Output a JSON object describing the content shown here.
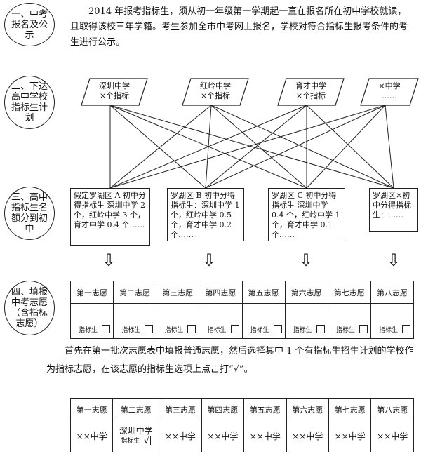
{
  "steps": [
    "一、中考报名及公示",
    "二、下达高中学校指标生计划",
    "三、高中指标生名额分到初中",
    "四、填报中考志愿（含指标志愿）"
  ],
  "para1": "2014 年报考指标生，须从初一年级第一学期起一直在报名所在初中学校就读，且取得该校三年学籍。考生参加全市中考网上报名，学校对符合指标生报考条件的考生进行公示。",
  "high_schools": [
    {
      "line1": "深圳中学",
      "line2": "×个指标"
    },
    {
      "line1": "红岭中学",
      "line2": "×个指标"
    },
    {
      "line1": "育才中学",
      "line2": "×个指标"
    },
    {
      "line1": "×中学",
      "line2": "……"
    }
  ],
  "middle_schools": [
    "假定罗湖区 A 初中分得指标生 深圳中学 2 个，红岭中学 3 个，育才中学 0.4 个……",
    "罗湖区 B 初中分得指标生：深圳中学 1 个，红岭中学 0.5 个，育才中学 0.2 个……",
    "罗湖区 C 初中分得指标生 深圳中学 0.4 个，红岭中学 1 个，育才中学 0.1 个……",
    "罗湖区×初中分得指标生：……"
  ],
  "arrow_glyph": "⇩",
  "volunteer_headers": [
    "第一志愿",
    "第二志愿",
    "第三志愿",
    "第四志愿",
    "第五志愿",
    "第六志愿",
    "第七志愿",
    "第八志愿"
  ],
  "zhibiao_label": "指标生",
  "para2": "首先在第一批次志愿表中填报普通志愿，然后选择其中 1 个有指标生招生计划的学校作为指标志愿，在该志愿的指标生选项上点击打“√”。",
  "example": {
    "school": "××中学",
    "selected_school": "深圳中学",
    "check": "√"
  }
}
